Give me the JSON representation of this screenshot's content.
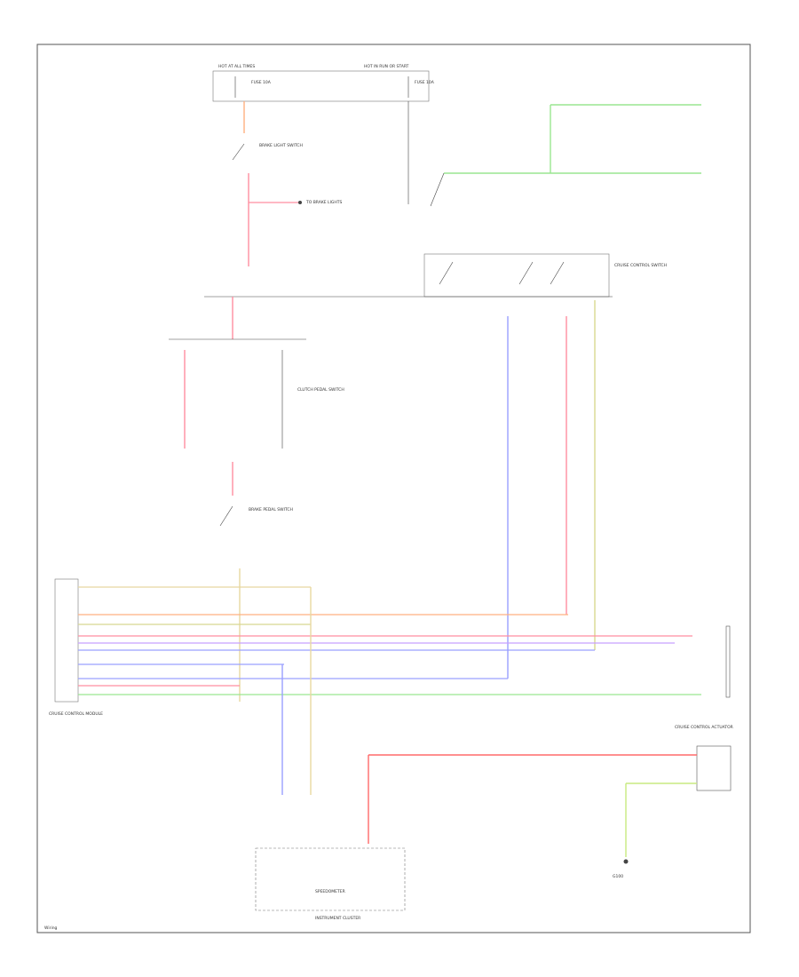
{
  "colors": {
    "frame": "#555555",
    "wire": "#444444",
    "red": "#ff8ea0",
    "blue": "#9aa0ff",
    "green": "#9ae690",
    "yellow": "#d8d890",
    "orange": "#ffb080",
    "ltyellow": "#e8d8a0",
    "redStrong": "#ff6a6a",
    "violet": "#c8a0ff",
    "lime": "#c8ea80"
  },
  "labels": {
    "top_fuse_left": "HOT AT ALL TIMES",
    "top_fuse_right": "HOT IN RUN OR START",
    "fuse_left": "FUSE 10A",
    "fuse_right": "FUSE 10A",
    "brake_switch": "BRAKE LIGHT SWITCH",
    "to_brake_lights": "TO BRAKE LIGHTS",
    "clutch_switch": "CLUTCH PEDAL SWITCH",
    "cruise_switch": "CRUISE CONTROL SWITCH",
    "brake_switch2": "BRAKE PEDAL SWITCH",
    "cruise_module": "CRUISE CONTROL MODULE",
    "actuator": "CRUISE CONTROL ACTUATOR",
    "ground": "G100",
    "cluster": "INSTRUMENT CLUSTER",
    "speedometer": "SPEEDOMETER",
    "footer": "Wiring"
  }
}
